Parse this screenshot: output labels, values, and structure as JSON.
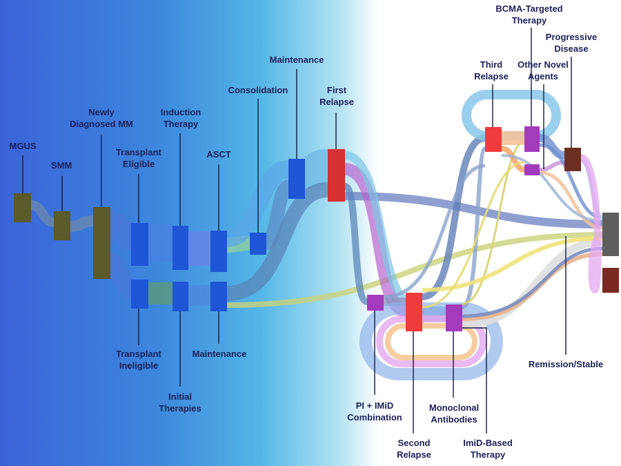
{
  "labels": {
    "mgus": "MGUS",
    "smm": "SMM",
    "newly_diagnosed": "Newly\nDiagnosed MM",
    "transplant_eligible": "Transplant\nEligible",
    "transplant_ineligible": "Transplant\nIneligible",
    "induction_therapy": "Induction\nTherapy",
    "initial_therapies": "Initial\nTherapies",
    "asct": "ASCT",
    "maintenance_lower": "Maintenance",
    "consolidation": "Consolidation",
    "maintenance_upper": "Maintenance",
    "first_relapse": "First\nRelapse",
    "pi_imid": "PI + IMiD\nCombination",
    "second_relapse": "Second\nRelapse",
    "monoclonal": "Monoclonal\nAntibodies",
    "imid_based": "ImiD-Based\nTherapy",
    "third_relapse": "Third\nRelapse",
    "bcma": "BCMA-Targeted\nTherapy",
    "other_novel": "Other Novel\nAgents",
    "progressive": "Progressive\nDisease",
    "remission": "Remission/Stable"
  },
  "colors": {
    "olive": "#5a5a2a",
    "blue_node": "#1f56d6",
    "red_node": "#d63131",
    "purple_node": "#a33bbd",
    "brown_node": "#6b2f23",
    "grey_node": "#5e5e5e",
    "label_text": "#1c2058",
    "leader_line": "#161a40"
  }
}
